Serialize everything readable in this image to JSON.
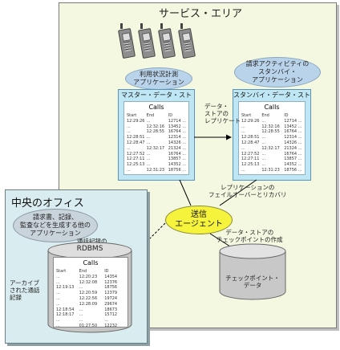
{
  "service_area": {
    "title": "サービス・エリア"
  },
  "usage_app": "利用状況計測\nアプリケーション",
  "standby_app": "請求アクティビティの\nスタンバイ・\nアプリケーション",
  "master_store": {
    "title": "マスター・データ・ストア",
    "table_title": "Calls",
    "columns": [
      "Start",
      "End",
      "ID"
    ],
    "rows": [
      [
        "12:29:26",
        "...",
        "12714",
        "..."
      ],
      [
        "...",
        "12:32:16",
        "13452",
        "..."
      ],
      [
        "...",
        "12:28:55",
        "16764",
        "..."
      ],
      [
        "12:28:51",
        "...",
        "12314",
        "..."
      ],
      [
        "12:28:47",
        "...",
        "14326",
        "..."
      ],
      [
        "...",
        "12:32:17",
        "21324",
        "..."
      ],
      [
        "12:27:52",
        "...",
        "16764",
        "..."
      ],
      [
        "12:27:11",
        "...",
        "13857",
        "..."
      ],
      [
        "12:25:13",
        "...",
        "14352",
        "..."
      ],
      [
        "...",
        "12:31:23",
        "18756",
        "..."
      ]
    ]
  },
  "replicate_label": "データ・\nストアの\nレプリケート",
  "standby_store": {
    "title": "スタンバイ・データ・ストア",
    "table_title": "Calls",
    "columns": [
      "Start",
      "End",
      "ID"
    ],
    "rows": [
      [
        "12:29:26",
        "...",
        "12714",
        "..."
      ],
      [
        "...",
        "12:32:16",
        "13452",
        "..."
      ],
      [
        "...",
        "12:28:55",
        "16764",
        "..."
      ],
      [
        "12:28:51",
        "...",
        "12314",
        "..."
      ],
      [
        "12:28:47",
        "...",
        "14326",
        "..."
      ],
      [
        "...",
        "12:32:17",
        "21324",
        "..."
      ],
      [
        "12:27:52",
        "...",
        "16764",
        "..."
      ],
      [
        "12:27:11",
        "...",
        "13857",
        "..."
      ],
      [
        "12:25:13",
        "...",
        "14352",
        "..."
      ],
      [
        "...",
        "12:31:23",
        "18756",
        "..."
      ]
    ]
  },
  "failover_label": "レプリケーションの\nフェイルオーバーとリカバリ",
  "send_agent": "送信\nエージェント",
  "checkpoint_create_label": "データ・ストアの\nチェックポイントの作成",
  "checkpoint_data": "チェックポイント・\nデータ",
  "archive_label": "通話記録の\nアーカイブ",
  "office": {
    "title": "中央のオフィス",
    "apps": "請求書、記録、\n監査などを生成する他の\nアプリケーション",
    "rdbms": "RDBMS",
    "archived_label": "アーカイブ\nされた通話\n記録",
    "table_title": "Calls",
    "columns": [
      "Start",
      "End",
      "ID"
    ],
    "rows": [
      [
        "...",
        "12:20:23",
        "14354"
      ],
      [
        "...",
        "12:32:08",
        "12376"
      ],
      [
        "12:19:13",
        "...",
        "18756"
      ],
      [
        "...",
        "12:20:59",
        "12379"
      ],
      [
        "...",
        "12:22:56",
        "19724"
      ],
      [
        "...",
        "12:28:09",
        "29674"
      ],
      [
        "12:18:54",
        "...",
        "18673"
      ],
      [
        "12:18:17",
        "...",
        "15712"
      ],
      [
        "...",
        "...",
        "..."
      ],
      [
        "...",
        "01:27:50",
        "12232"
      ]
    ]
  }
}
